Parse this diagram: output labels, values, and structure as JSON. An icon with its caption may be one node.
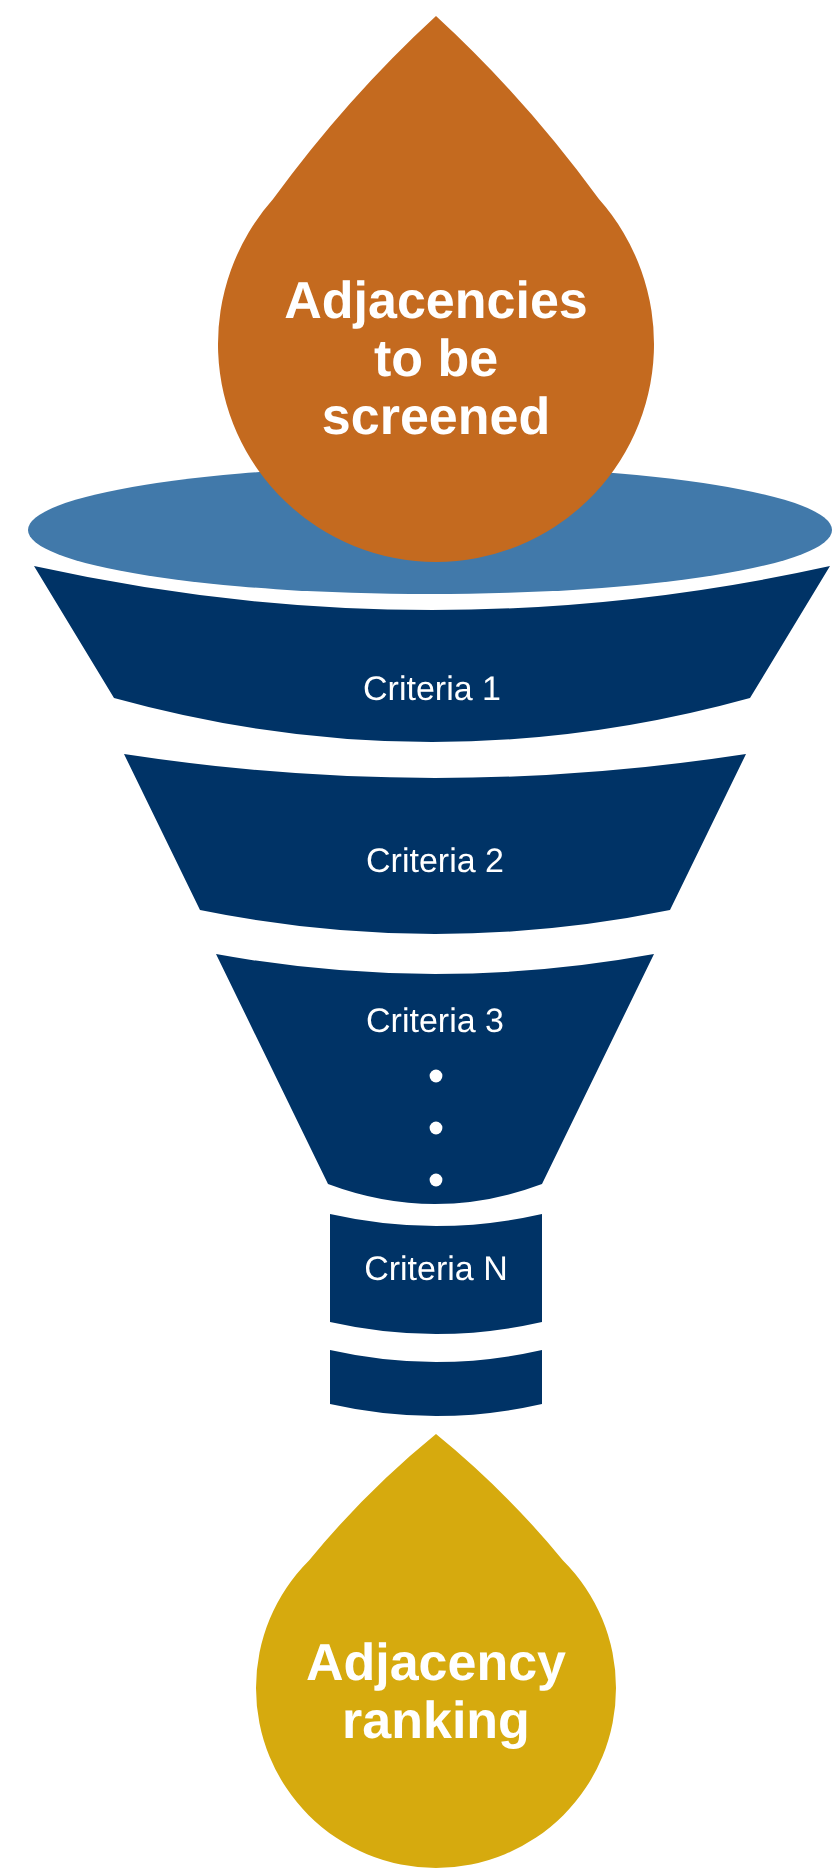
{
  "diagram": {
    "nodes": [
      {
        "text": [
          "Adjacencies to be screened"
        ]
      },
      {
        "text": [],
        "shape": "ellipse"
      },
      {
        "text": [
          "Criteria 1"
        ]
      },
      {
        "text": [
          "Criteria 2"
        ]
      },
      {
        "text": [
          "Criteria 3"
        ]
      },
      {
        "text": [
          "Criteria N"
        ]
      },
      {
        "text": [],
        "shape": "box"
      },
      {
        "text": [
          "Adjacency ranking"
        ]
      }
    ]
  }
}
